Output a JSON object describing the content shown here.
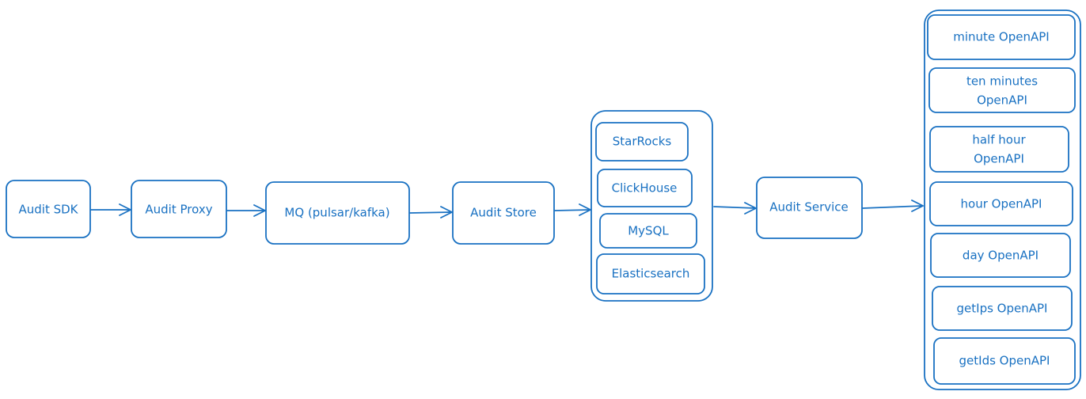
{
  "colors": {
    "stroke": "#1971c2",
    "text": "#1971c2",
    "background": "#ffffff"
  },
  "nodes": {
    "audit_sdk": "Audit SDK",
    "audit_proxy": "Audit Proxy",
    "mq": "MQ (pulsar/kafka)",
    "audit_store": "Audit Store",
    "starrocks": "StarRocks",
    "clickhouse": "ClickHouse",
    "mysql": "MySQL",
    "elasticsearch": "Elasticsearch",
    "audit_service": "Audit Service",
    "api_minute": "minute OpenAPI",
    "api_ten_minutes": [
      "ten minutes",
      "OpenAPI"
    ],
    "api_half_hour": [
      "half hour",
      "OpenAPI"
    ],
    "api_hour": "hour OpenAPI",
    "api_day": "day OpenAPI",
    "api_getips": "getIps OpenAPI",
    "api_getids": "getIds OpenAPI"
  }
}
